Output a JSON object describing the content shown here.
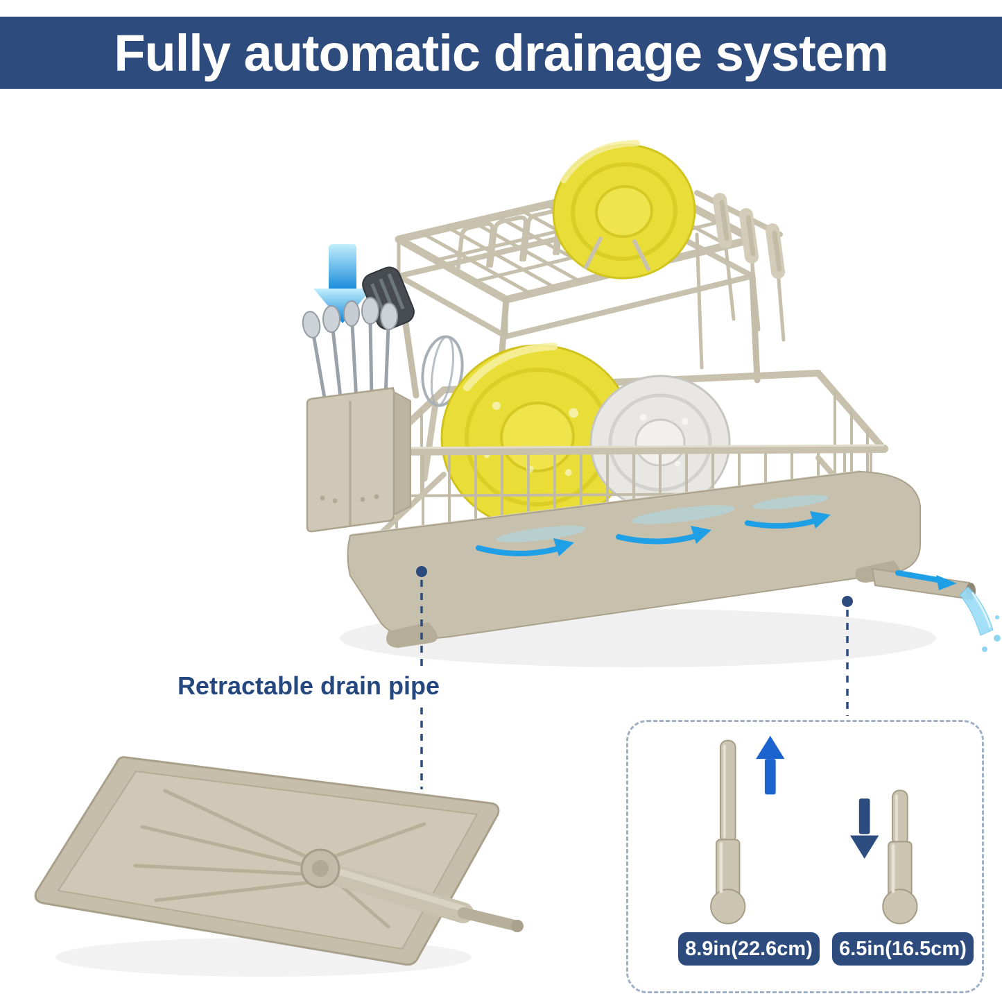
{
  "banner": {
    "title": "Fully automatic drainage system",
    "bg_color": "#2e4b7e",
    "text_color": "#ffffff"
  },
  "annotations": {
    "drain_pipe_label": "Retractable drain pipe"
  },
  "size_panel": {
    "extended_label": "8.9in(22.6cm)",
    "retracted_label": "6.5in(16.5cm)"
  },
  "icons": [
    {
      "name": "place-down-arrow-icon",
      "shape": "blue gradient arrow pointing down at rack"
    },
    {
      "name": "drain-flow-arrow-icon",
      "shape": "blue arrows showing water flowing toward drain"
    },
    {
      "name": "drain-water-stream",
      "shape": "water pouring from retractable spout"
    },
    {
      "name": "extend-pipe-up-arrow-icon",
      "shape": "blue arrow pointing up (pipe extended)"
    },
    {
      "name": "retract-pipe-down-arrow-icon",
      "shape": "navy arrow pointing down (pipe retracted)"
    },
    {
      "name": "connector-dot-icon",
      "shape": "navy dot with dashed leader line"
    }
  ],
  "colors": {
    "navy": "#2e4b7e",
    "flow_blue": "#1f9fe6",
    "up_arrow_blue": "#1b63cf",
    "down_arrow_navy": "#2c4c80",
    "product_beige": "#c8c1ad",
    "plate_yellow": "#e9de37",
    "panel_border": "#9fb0c4",
    "background": "#ffffff"
  }
}
